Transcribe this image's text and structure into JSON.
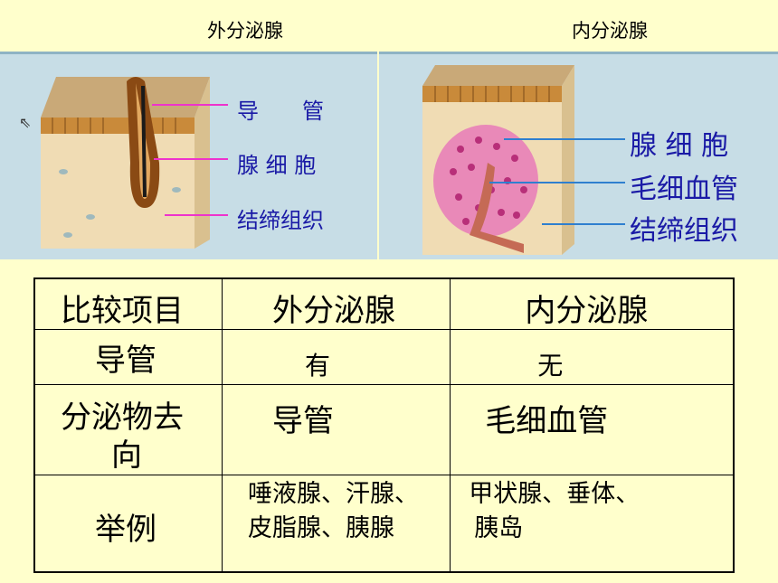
{
  "captions": {
    "exocrine": "外分泌腺",
    "endocrine": "内分泌腺"
  },
  "left_figure": {
    "labels": {
      "duct": "导　　管",
      "gland_cell": "腺 细 胞",
      "connective": "结缔组织"
    }
  },
  "right_figure": {
    "labels": {
      "gland_cell": "腺 细 胞",
      "capillary": "毛细血管",
      "connective": "结缔组织"
    }
  },
  "table": {
    "header": [
      "比较项目",
      "外分泌腺",
      "内分泌腺"
    ],
    "rows": [
      {
        "item": "导管",
        "exocrine": "有",
        "endocrine": "无"
      },
      {
        "item_line1": "分泌物去",
        "item_line2": "向",
        "exocrine": "导管",
        "endocrine": "毛细血管"
      },
      {
        "item": "举例",
        "exocrine_line1": "唾液腺、汗腺、",
        "exocrine_line2": "皮脂腺、胰腺",
        "endocrine_line1": "甲状腺、垂体、",
        "endocrine_line2": "胰岛"
      }
    ]
  },
  "colors": {
    "background": "#ffffcc",
    "label_blue": "#1a1aa6",
    "leader_magenta": "#ee33cc",
    "leader_blue": "#2f7fcf",
    "gland_pink": "#d94f9a"
  }
}
